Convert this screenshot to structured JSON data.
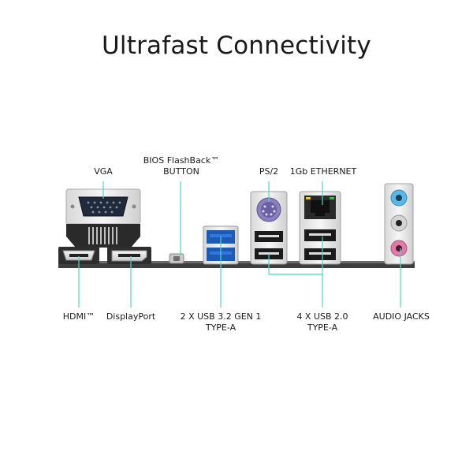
{
  "title": "Ultrafast Connectivity",
  "accent_color": "#4fd6c8",
  "labels": {
    "vga": "VGA",
    "bios_line1": "BIOS FlashBack™",
    "bios_line2": "BUTTON",
    "ps2": "PS/2",
    "ethernet": "1Gb ETHERNET",
    "hdmi": "HDMI™",
    "displayport": "DisplayPort",
    "usb32_line1": "2 X USB 3.2 GEN 1",
    "usb32_line2": "TYPE-A",
    "usb20_line1": "4 X USB 2.0",
    "usb20_line2": "TYPE-A",
    "audio": "AUDIO JACKS"
  }
}
